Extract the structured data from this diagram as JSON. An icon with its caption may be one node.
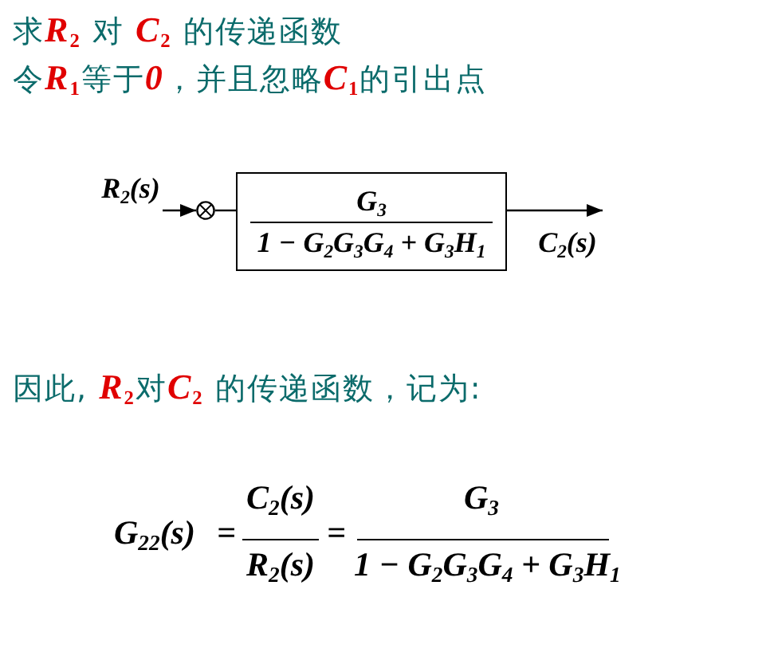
{
  "diagram": {
    "nodes": [
      {
        "text": [
          "R$_{2}$(s)"
        ]
      },
      {
        "text": [],
        "shape": "circle"
      },
      {
        "text": [
          "G$_{3}$",
          "1 − G$_{2}$G$_{3}$G$_{4}$ + G$_{3}$H$_{1}$"
        ]
      },
      {
        "text": [
          "C$_{2}$(s)"
        ]
      }
    ],
    "edges": [
      {
        "from": 0,
        "to": 1,
        "arrow": "to"
      },
      {
        "from": 1,
        "to": 2,
        "arrow": "none"
      },
      {
        "from": 2,
        "to": 3,
        "arrow": "to"
      }
    ],
    "labels": [
      "求**R**$_{2}$ 对 **C**$_{2}$ 的传递函数",
      "令**R**$_{1}$等于**0**，并且忽略**C**$_{1}$的引出点",
      "因此, **R**$_{2}$对**C**$_{2}$ 的传递函数，记为:",
      "G$_{22}$(s)",
      "=",
      "C$_{2}$(s)",
      "R$_{2}$(s)",
      "=",
      "G$_{3}$",
      "1 − G$_{2}$G$_{3}$G$_{4}$ + G$_{3}$H$_{1}$"
    ]
  }
}
